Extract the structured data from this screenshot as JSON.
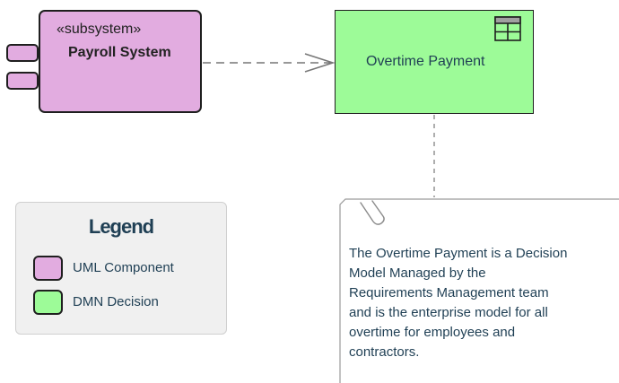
{
  "component": {
    "stereotype": "«subsystem»",
    "name": "Payroll System",
    "color": "#e2ace0"
  },
  "decision": {
    "name": "Overtime Payment",
    "color": "#9dfb98",
    "icon": "decision-table-icon"
  },
  "note": {
    "lines": [
      "The Overtime Payment is a Decision",
      "Model Managed by the",
      "Requirements Management team",
      "and is the enterprise model for all",
      "overtime for employees and",
      "contractors."
    ],
    "icon": "paperclip-icon"
  },
  "legend": {
    "title": "Legend",
    "items": [
      {
        "label": "UML Component",
        "color": "#e2ace0"
      },
      {
        "label": "DMN Decision",
        "color": "#9dfb98"
      }
    ]
  },
  "connectors": [
    {
      "from": "Payroll System",
      "to": "Overtime Payment",
      "style": "dashed-open-arrow"
    },
    {
      "from": "Overtime Payment",
      "to": "note",
      "style": "dashed"
    }
  ]
}
